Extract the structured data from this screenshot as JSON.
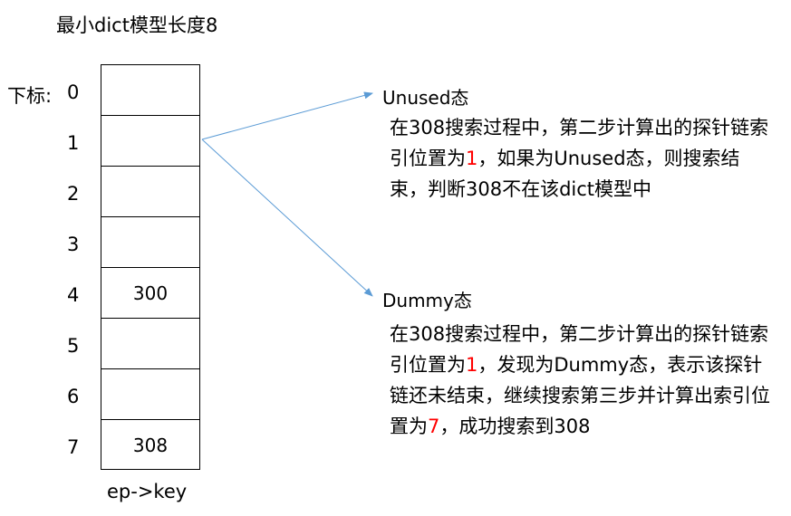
{
  "title": "最小dict模型长度8",
  "index_prefix": "下标:",
  "indices": [
    "0",
    "1",
    "2",
    "3",
    "4",
    "5",
    "6",
    "7"
  ],
  "cells": [
    "",
    "",
    "",
    "",
    "300",
    "",
    "",
    "308"
  ],
  "table_caption": "ep->key",
  "arrow_color": "#5b9bd5",
  "highlight_color": "#ff0000",
  "unused": {
    "title": "Unused态",
    "desc_before": "在308搜索过程中，第二步计算出的探针链索引位置为",
    "desc_highlight": "1",
    "desc_after": "，如果为Unused态，则搜索结束，判断308不在该dict模型中"
  },
  "dummy": {
    "title": "Dummy态",
    "desc_before": "在308搜索过程中，第二步计算出的探针链索引位置为",
    "desc_highlight1": "1",
    "desc_middle": "，发现为Dummy态，表示该探针链还未结束，继续搜索第三步并计算出索引位置为",
    "desc_highlight2": "7",
    "desc_after": "，成功搜索到308"
  }
}
